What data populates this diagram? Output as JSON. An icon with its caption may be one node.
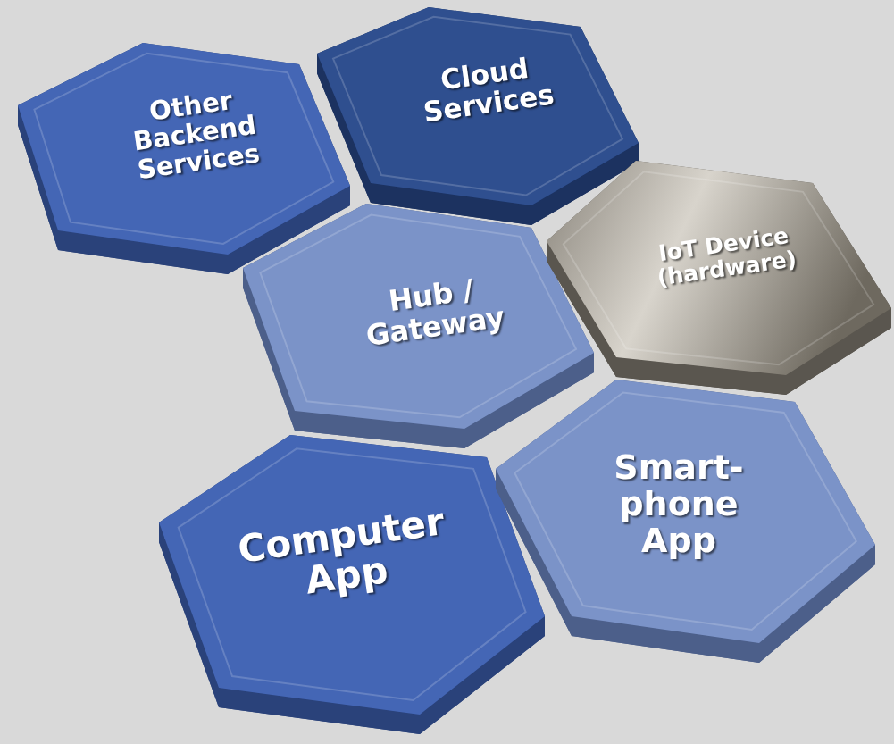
{
  "diagram": {
    "nodes": [
      {
        "text": [
          "Other Backend Services"
        ]
      },
      {
        "text": [
          "Cloud Services"
        ]
      },
      {
        "text": [
          "Hub / Gateway"
        ]
      },
      {
        "text": [
          "IoT Device (hardware)"
        ]
      },
      {
        "text": [
          "Computer App"
        ]
      },
      {
        "text": [
          "Smart- phone App"
        ]
      }
    ]
  }
}
